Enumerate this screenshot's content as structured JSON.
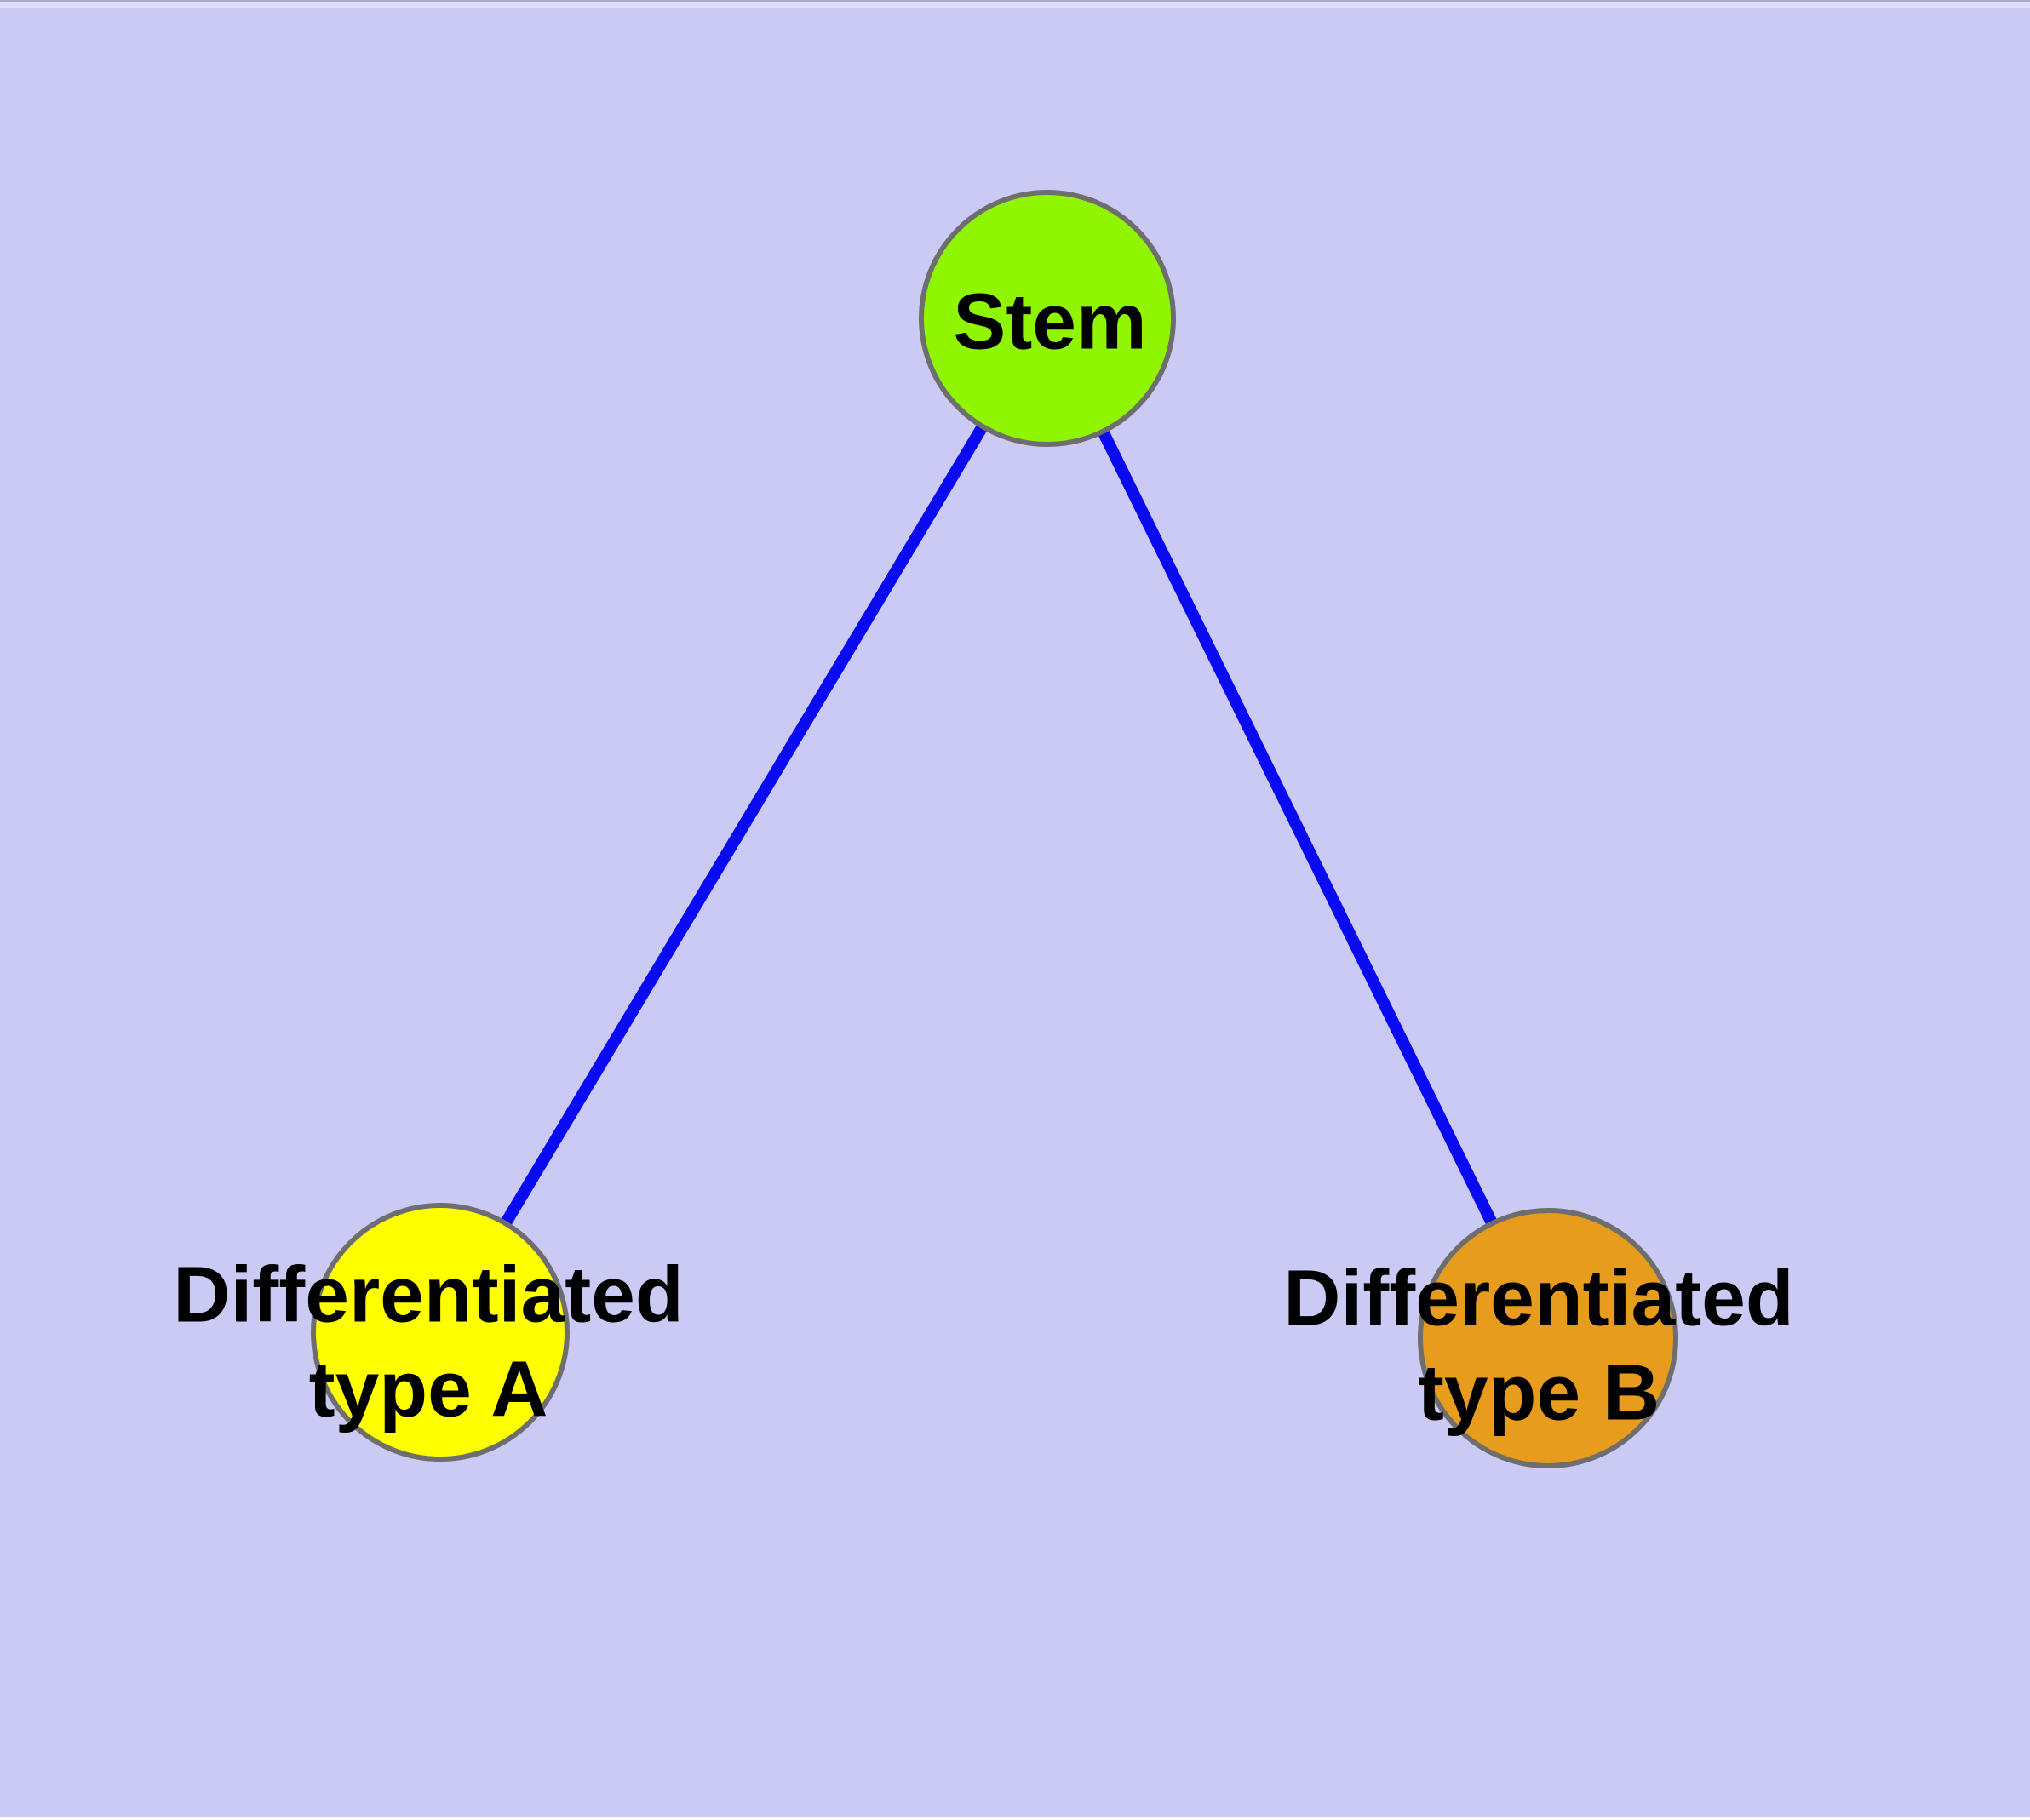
{
  "diagram": {
    "background": "#cacaf4",
    "text_color": "#000000",
    "node_border_color": "#6e6e6e",
    "edge_color": "#0909f2",
    "nodes": [
      {
        "id": "stem",
        "label": "Stem",
        "label_lines": [
          "Stem"
        ],
        "fill": "#8ff500",
        "border": "#6e6e6e"
      },
      {
        "id": "differentiated-type-a",
        "label": "Differentiated type A",
        "label_lines": [
          "Differentiated",
          "type A"
        ],
        "fill": "#ffff00",
        "border": "#6e6e6e"
      },
      {
        "id": "differentiated-type-b",
        "label": "Differentiated type B",
        "label_lines": [
          "Differentiated",
          "type B"
        ],
        "fill": "#e89c1c",
        "border": "#6e6e6e"
      }
    ],
    "edges": [
      {
        "from": "stem",
        "to": "differentiated-type-a",
        "color": "#0909f2"
      },
      {
        "from": "stem",
        "to": "differentiated-type-b",
        "color": "#0909f2"
      }
    ]
  }
}
